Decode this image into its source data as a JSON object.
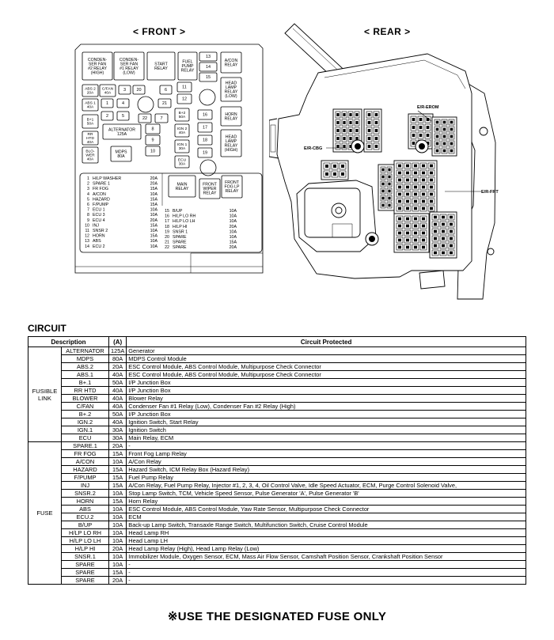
{
  "front": {
    "title": "< FRONT >",
    "relays": {
      "condenser_fan2": [
        "CONDEN-",
        "SER FAN",
        "#2 RELAY",
        "(HIGH)"
      ],
      "condenser_fan1": [
        "CONDEN-",
        "SER FAN",
        "#1 RELAY",
        "(LOW)"
      ],
      "start": [
        "START",
        "RELAY"
      ],
      "fuel_pump": [
        "FUEL",
        "PUMP",
        "RELAY"
      ],
      "acon": [
        "A/CON",
        "RELAY"
      ],
      "head_lamp_low": [
        "HEAD",
        "LAMP",
        "RELAY",
        "(LOW)"
      ],
      "horn": [
        "HORN",
        "RELAY"
      ],
      "head_lamp_high": [
        "HEAD",
        "LAMP",
        "RELAY",
        "(HIGH)"
      ],
      "main": [
        "MAIN",
        "RELAY"
      ],
      "front_wiper": [
        "FRONT",
        "WIPER",
        "RELAY"
      ],
      "front_fog": [
        "FRONT",
        "FOG LP",
        "RELAY"
      ]
    },
    "links": {
      "abs2": [
        "ABS 2",
        "20A"
      ],
      "cfan": [
        "C/FAN",
        "40A"
      ],
      "abs1": [
        "ABS 1",
        "40A"
      ],
      "b1": [
        "B+1",
        "50A"
      ],
      "rrhtd": [
        "RR",
        "HTD",
        "40A"
      ],
      "blower": [
        "BLO-",
        "WER",
        "40A"
      ],
      "alternator": [
        "ALTERNATOR",
        "125A"
      ],
      "mdps": [
        "MDPS",
        "80A"
      ],
      "b2": [
        "B+2",
        "50A"
      ],
      "ign2": [
        "IGN 2",
        "40A"
      ],
      "ign1": [
        "IGN 1",
        "30A"
      ],
      "ecu": [
        "ECU",
        "30A"
      ]
    },
    "slots": [
      "1",
      "2",
      "3",
      "4",
      "5",
      "6",
      "7",
      "8",
      "9",
      "10",
      "11",
      "12",
      "13",
      "14",
      "15",
      "16",
      "17",
      "18",
      "19",
      "20",
      "21",
      "22"
    ],
    "fuse_list_left": [
      [
        "1",
        "H/LP WASHER",
        "20A"
      ],
      [
        "2",
        "SPARE 1",
        "20A"
      ],
      [
        "3",
        "FR FOG",
        "15A"
      ],
      [
        "4",
        "A/CON",
        "10A"
      ],
      [
        "5",
        "HAZARD",
        "15A"
      ],
      [
        "6",
        "F/PUMP",
        "15A"
      ],
      [
        "7",
        "ECU 1",
        "10A"
      ],
      [
        "8",
        "ECU 3",
        "10A"
      ],
      [
        "9",
        "ECU 4",
        "20A"
      ],
      [
        "10",
        "INJ",
        "15A"
      ],
      [
        "11",
        "SNSR 2",
        "10A"
      ],
      [
        "12",
        "HORN",
        "15A"
      ],
      [
        "13",
        "ABS",
        "10A"
      ],
      [
        "14",
        "ECU 2",
        "10A"
      ]
    ],
    "fuse_list_right": [
      [
        "15",
        "B/UP",
        "10A"
      ],
      [
        "16",
        "H/LP LO RH",
        "10A"
      ],
      [
        "17",
        "H/LP LO LH",
        "10A"
      ],
      [
        "18",
        "H/LP HI",
        "20A"
      ],
      [
        "19",
        "SNSR 1",
        "10A"
      ],
      [
        "20",
        "SPARE",
        "10A"
      ],
      [
        "21",
        "SPARE",
        "15A"
      ],
      [
        "22",
        "SPARE",
        "20A"
      ]
    ]
  },
  "rear": {
    "title": "< REAR >",
    "labels": {
      "erom": "E/R-EROM",
      "ecbg": "E/R-CBG",
      "efrt": "E/R-FRT"
    }
  },
  "circuit": {
    "title": "CIRCUIT",
    "headers": {
      "description": "Description",
      "amp": "(A)",
      "protected": "Circuit Protected"
    },
    "groups": [
      {
        "name_lines": [
          "FUSIBLE",
          "LINK"
        ],
        "rows": [
          [
            "ALTERNATOR",
            "125A",
            "Generator"
          ],
          [
            "MDPS",
            "80A",
            "MDPS Control Module"
          ],
          [
            "ABS.2",
            "20A",
            "ESC Control Module, ABS Control Module, Multipurpose Check Connector"
          ],
          [
            "ABS.1",
            "40A",
            "ESC Control Module, ABS Control Module, Multipurpose Check Connector"
          ],
          [
            "B+.1",
            "50A",
            "I/P Junction Box"
          ],
          [
            "RR HTD",
            "40A",
            "I/P Junction Box"
          ],
          [
            "BLOWER",
            "40A",
            "Blower Relay"
          ],
          [
            "C/FAN",
            "40A",
            "Condenser Fan #1 Relay (Low), Condenser Fan #2 Relay (High)"
          ],
          [
            "B+.2",
            "50A",
            "I/P Junction Box"
          ],
          [
            "IGN.2",
            "40A",
            "Ignition Switch, Start Relay"
          ],
          [
            "IGN.1",
            "30A",
            "Ignition Switch"
          ],
          [
            "ECU",
            "30A",
            "Main Relay, ECM"
          ]
        ]
      },
      {
        "name_lines": [
          "FUSE"
        ],
        "rows": [
          [
            "SPARE.1",
            "20A",
            "-"
          ],
          [
            "FR FOG",
            "15A",
            "Front Fog Lamp Relay"
          ],
          [
            "A/CON",
            "10A",
            "A/Con Relay"
          ],
          [
            "HAZARD",
            "15A",
            "Hazard Switch, ICM Relay Box (Hazard Relay)"
          ],
          [
            "F/PUMP",
            "15A",
            "Fuel Pump Relay"
          ],
          [
            "INJ",
            "15A",
            "A/Con Relay, Fuel Pump Relay, Injector #1, 2, 3, 4, Oil Control Valve, Idle Speed Actuator, ECM, Purge Control Solenoid Valve,"
          ],
          [
            "SNSR.2",
            "10A",
            "Stop Lamp Switch, TCM, Vehicle Speed Sensor, Pulse Generator 'A', Pulse Generator 'B'"
          ],
          [
            "HORN",
            "15A",
            "Horn Relay"
          ],
          [
            "ABS",
            "10A",
            "ESC Control Module, ABS Control Module, Yaw Rate Sensor, Multipurpose Check Connector"
          ],
          [
            "ECU.2",
            "10A",
            "ECM"
          ],
          [
            "B/UP",
            "10A",
            "Back-up Lamp Switch, Transaxle Range Switch, Multifunction Switch, Cruise Control Module"
          ],
          [
            "H/LP LO RH",
            "10A",
            "Head Lamp RH"
          ],
          [
            "H/LP LO LH",
            "10A",
            "Head Lamp LH"
          ],
          [
            "H/LP HI",
            "20A",
            "Head Lamp Relay (High), Head Lamp Relay (Low)"
          ],
          [
            "SNSR.1",
            "10A",
            "Immobilizer Module, Oxygen Sensor, ECM, Mass Air Flow Sensor, Camshaft Position Sensor, Crankshaft Position Sensor"
          ],
          [
            "SPARE",
            "10A",
            "-"
          ],
          [
            "SPARE",
            "15A",
            "-"
          ],
          [
            "SPARE",
            "20A",
            "-"
          ]
        ]
      }
    ]
  },
  "note": "※USE THE DESIGNATED FUSE ONLY"
}
